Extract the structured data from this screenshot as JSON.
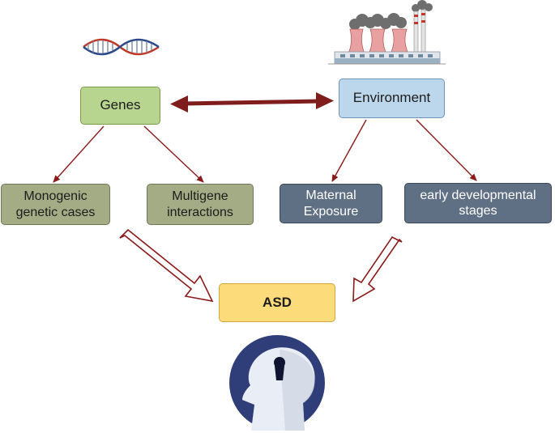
{
  "nodes": {
    "genes": "Genes",
    "environment": "Environment",
    "monogenic": [
      "Monogenic",
      "genetic cases"
    ],
    "multigene": [
      "Multigene",
      "interactions"
    ],
    "maternal": [
      "Maternal",
      "Exposure"
    ],
    "early": [
      "early developmental",
      "stages"
    ],
    "asd": "ASD"
  },
  "icons": {
    "dna": "dna-helix-icon",
    "factory": "factory-icon",
    "head": "head-keyhole-icon"
  },
  "colors": {
    "genes_fill": "#b7d58f",
    "environment_fill": "#bcd7ec",
    "genetic_subfill": "#a4ac86",
    "environment_subfill": "#5f6f84",
    "asd_fill": "#fcdb7a",
    "arrow": "#8b1a1a"
  }
}
